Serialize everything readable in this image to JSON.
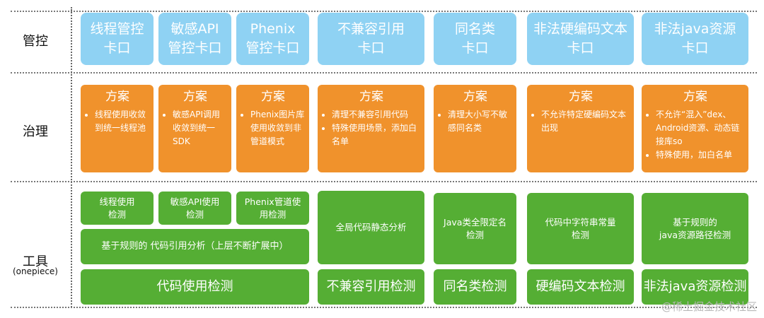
{
  "rows": {
    "control": "管控",
    "governance": "治理",
    "tools": "工具",
    "tools_sub": "(onepiece)"
  },
  "control_boxes": [
    "线程管控\n卡口",
    "敏感API\n管控卡口",
    "Phenix\n管控卡口",
    "不兼容引用\n卡口",
    "同名类\n卡口",
    "非法硬编码文本\n卡口",
    "非法java资源\n卡口"
  ],
  "plans": [
    {
      "title": "方案",
      "items": [
        "线程使用收敛到统一线程池"
      ]
    },
    {
      "title": "方案",
      "items": [
        "敏感API调用收敛到统一SDK"
      ]
    },
    {
      "title": "方案",
      "items": [
        "Phenix图片库使用收敛到非管道模式"
      ]
    },
    {
      "title": "方案",
      "items": [
        "清理不兼容引用代码",
        "特殊使用场景，添加白名单"
      ]
    },
    {
      "title": "方案",
      "items": [
        "清理大小写不敏感同名类"
      ]
    },
    {
      "title": "方案",
      "items": [
        "不允许特定硬编码文本出现"
      ]
    },
    {
      "title": "方案",
      "items": [
        "不允许“混入”dex、Android资源、动态链接库so",
        "特殊使用，加白名单"
      ]
    }
  ],
  "tools": {
    "thread_check": "线程使用\n检测",
    "api_check": "敏感API使用\n检测",
    "phenix_check": "Phenix管道使\n用检测",
    "rule_analysis": "基于规则的 代码引用分析（上层不断扩展中）",
    "code_usage": "代码使用检测",
    "global_static": "全局代码静态分析",
    "incompatible": "不兼容引用检测",
    "java_class_name": "Java类全限定名\n检测",
    "same_name": "同名类检测",
    "string_const": "代码中字符串常量\n检测",
    "hardcode": "硬编码文本检测",
    "java_res_path": "基于规则的\njava资源路径检测",
    "illegal_java_res": "非法java资源检测"
  },
  "watermark": "@稀土掘金技术社区"
}
